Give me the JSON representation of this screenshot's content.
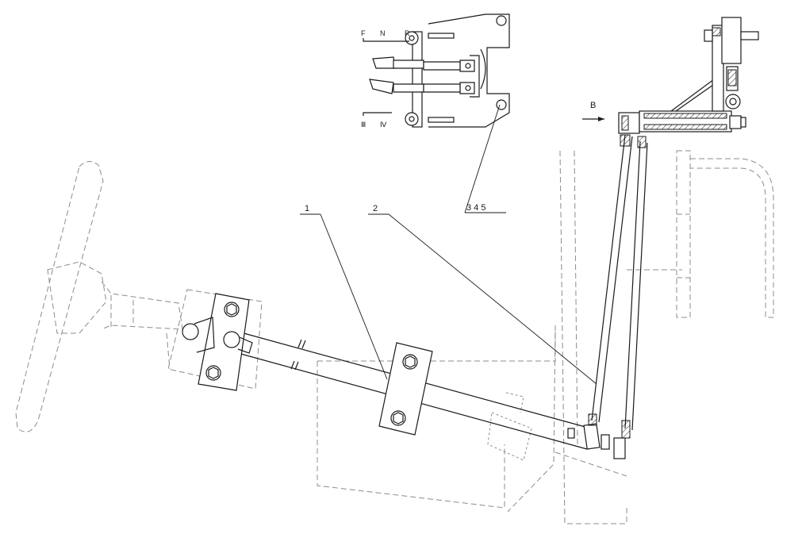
{
  "callouts": {
    "part_1": "1",
    "part_2": "2",
    "group_345": "3  4  5"
  },
  "view_arrow": "B",
  "detail_labels": {
    "f": "F",
    "n": "N",
    "r": "R",
    "iii": "Ⅲ",
    "iv": "Ⅳ"
  }
}
